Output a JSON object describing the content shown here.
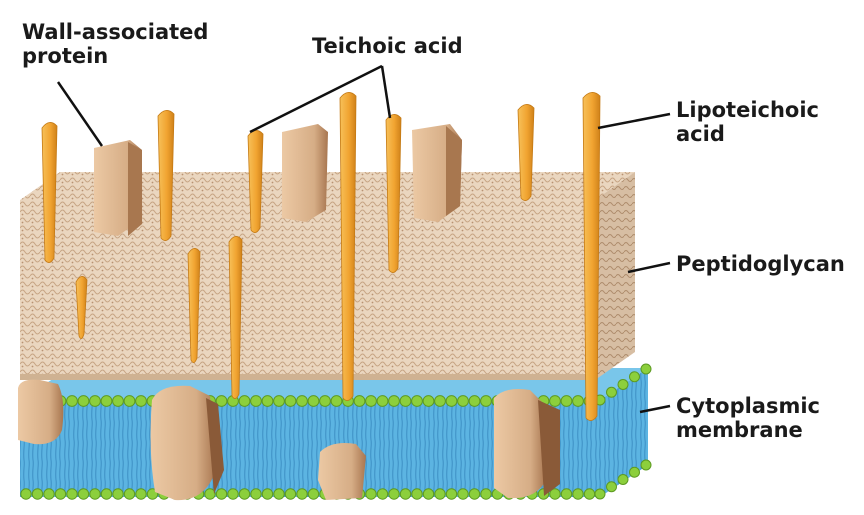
{
  "labels": {
    "wall_associated_protein": [
      "Wall-associated",
      "protein"
    ],
    "teichoic_acid": "Teichoic acid",
    "lipoteichoic_acid": [
      "Lipoteichoic",
      "acid"
    ],
    "peptidoglycan": "Peptidoglycan",
    "cytoplasmic_membrane": [
      "Cytoplasmic",
      "membrane"
    ]
  },
  "colors": {
    "peptidoglycan": "#e6cfb5",
    "peptidoglycan_mesh": "#c9a888",
    "teichoic": "#f3ad3a",
    "teichoic_dark": "#d88a1f",
    "protein": "#dcb58f",
    "protein_dark": "#9a6a45",
    "membrane_core": "#5fb6e3",
    "lipid_head": "#8ccf3c",
    "leader_line": "#111111"
  }
}
